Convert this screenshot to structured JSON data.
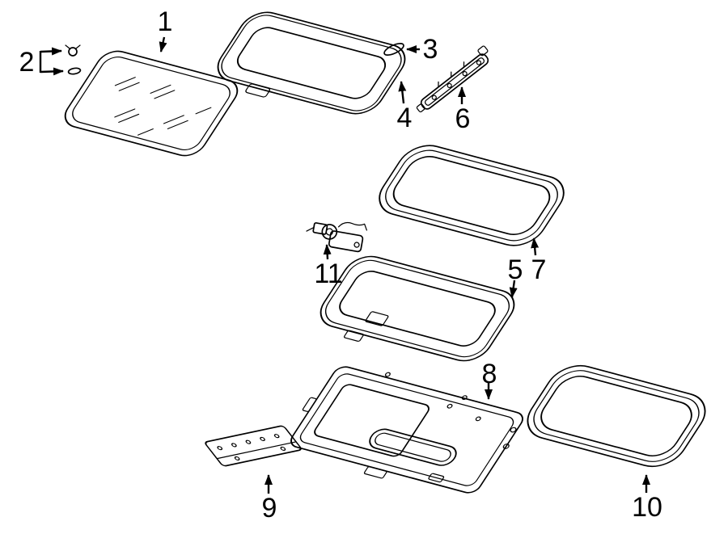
{
  "diagram": {
    "background_color": "#ffffff",
    "line_color": "#000000",
    "callouts": [
      {
        "label": "1",
        "part": "sunroof-glass-panel"
      },
      {
        "label": "2",
        "part": "fastener-set"
      },
      {
        "label": "3",
        "part": "seal-clip"
      },
      {
        "label": "4",
        "part": "sunroof-panel-frame"
      },
      {
        "label": "5",
        "part": "sunroof-frame"
      },
      {
        "label": "6",
        "part": "guide-rail"
      },
      {
        "label": "7",
        "part": "sunroof-seal"
      },
      {
        "label": "8",
        "part": "sunroof-housing-assembly"
      },
      {
        "label": "9",
        "part": "mounting-plate"
      },
      {
        "label": "10",
        "part": "roof-opening-seal"
      },
      {
        "label": "11",
        "part": "sunroof-motor"
      }
    ]
  }
}
